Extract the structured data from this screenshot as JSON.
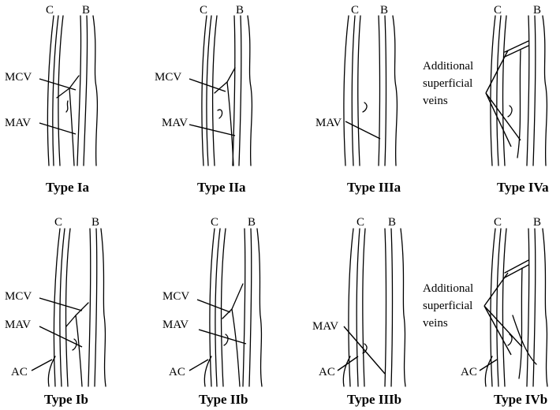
{
  "panels": [
    {
      "id": "Ia",
      "caption": "Type Ia",
      "top": "C",
      "topB": "B",
      "labels": [
        "MCV",
        "MAV"
      ]
    },
    {
      "id": "IIa",
      "caption": "Type IIa",
      "top": "C",
      "topB": "B",
      "labels": [
        "MCV",
        "MAV"
      ]
    },
    {
      "id": "IIIa",
      "caption": "Type IIIa",
      "top": "C",
      "topB": "B",
      "labels": [
        "MAV"
      ]
    },
    {
      "id": "IVa",
      "caption": "Type IVa",
      "top": "C",
      "topB": "B",
      "labels": [
        "Additional",
        "superficial",
        "veins"
      ]
    },
    {
      "id": "Ib",
      "caption": "Type Ib",
      "top": "C",
      "topB": "B",
      "labels": [
        "MCV",
        "MAV",
        "AC"
      ]
    },
    {
      "id": "IIb",
      "caption": "Type IIb",
      "top": "C",
      "topB": "B",
      "labels": [
        "MCV",
        "MAV",
        "AC"
      ]
    },
    {
      "id": "IIIb",
      "caption": "Type IIIb",
      "top": "C",
      "topB": "B",
      "labels": [
        "MAV",
        "AC"
      ]
    },
    {
      "id": "IVb",
      "caption": "Type IVb",
      "top": "C",
      "topB": "B",
      "labels": [
        "Additional",
        "superficial",
        "veins",
        "AC"
      ]
    }
  ]
}
